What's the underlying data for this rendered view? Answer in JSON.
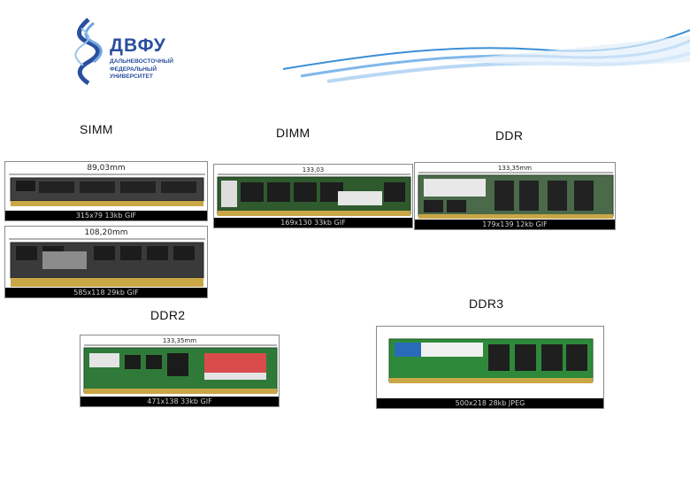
{
  "header": {
    "logo_abbr": "ДВФУ",
    "logo_line1": "ДАЛЬНЕВОСТОЧНЫЙ",
    "logo_line2": "ФЕДЕРАЛЬНЫЙ",
    "logo_line3": "УНИВЕРСИТЕТ",
    "brand_color": "#2a4f9e",
    "accent_color": "#3a8fd6"
  },
  "headings": {
    "simm": "SIMM",
    "dimm": "DIMM",
    "ddr": "DDR",
    "ddr2": "DDR2",
    "ddr3": "DDR3"
  },
  "images": {
    "simm1": {
      "dimension": "89,03mm",
      "caption": "315x79 13kb GIF"
    },
    "simm2": {
      "dimension": "108,20mm",
      "caption": "585x118 29kb GIF"
    },
    "dimm": {
      "dimension": "133,03",
      "caption": "169x130 33kb GIF"
    },
    "ddr": {
      "dimension": "133,35mm",
      "caption": "179x139 12kb GIF"
    },
    "ddr2": {
      "dimension": "133,35mm",
      "caption": "471x138 33kb GIF"
    },
    "ddr3": {
      "dimension": "",
      "caption": "500x218 28kb JPEG"
    }
  }
}
